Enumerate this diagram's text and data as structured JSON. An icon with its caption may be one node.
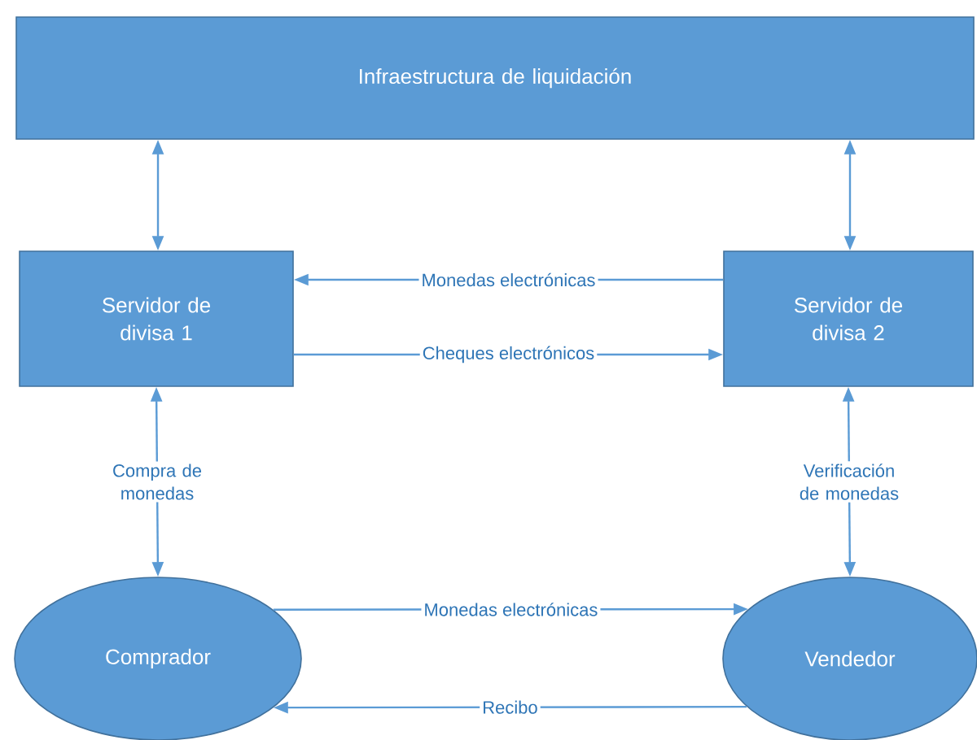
{
  "diagram": {
    "nodes": [
      {
        "text": [
          "Infraestructura de liquidación"
        ]
      },
      {
        "text": [
          "Servidor de divisa 1"
        ]
      },
      {
        "text": [
          "Servidor de divisa 2"
        ]
      },
      {
        "text": [
          "Comprador"
        ]
      },
      {
        "text": [
          "Vendedor"
        ]
      }
    ],
    "edges": [
      {
        "from": 0,
        "to": 1,
        "arrow": "both"
      },
      {
        "from": 0,
        "to": 2,
        "arrow": "both"
      },
      {
        "from": 2,
        "to": 1,
        "arrow": "to",
        "label": "Monedas electrónicas"
      },
      {
        "from": 1,
        "to": 2,
        "arrow": "to",
        "label": "Cheques electrónicos"
      },
      {
        "from": 1,
        "to": 3,
        "arrow": "both",
        "label": "Compra de monedas"
      },
      {
        "from": 2,
        "to": 4,
        "arrow": "both",
        "label": "Verificación de monedas"
      },
      {
        "from": 3,
        "to": 4,
        "arrow": "to",
        "label": "Monedas electrónicas"
      },
      {
        "from": 4,
        "to": 3,
        "arrow": "to",
        "label": "Recibo"
      }
    ]
  }
}
